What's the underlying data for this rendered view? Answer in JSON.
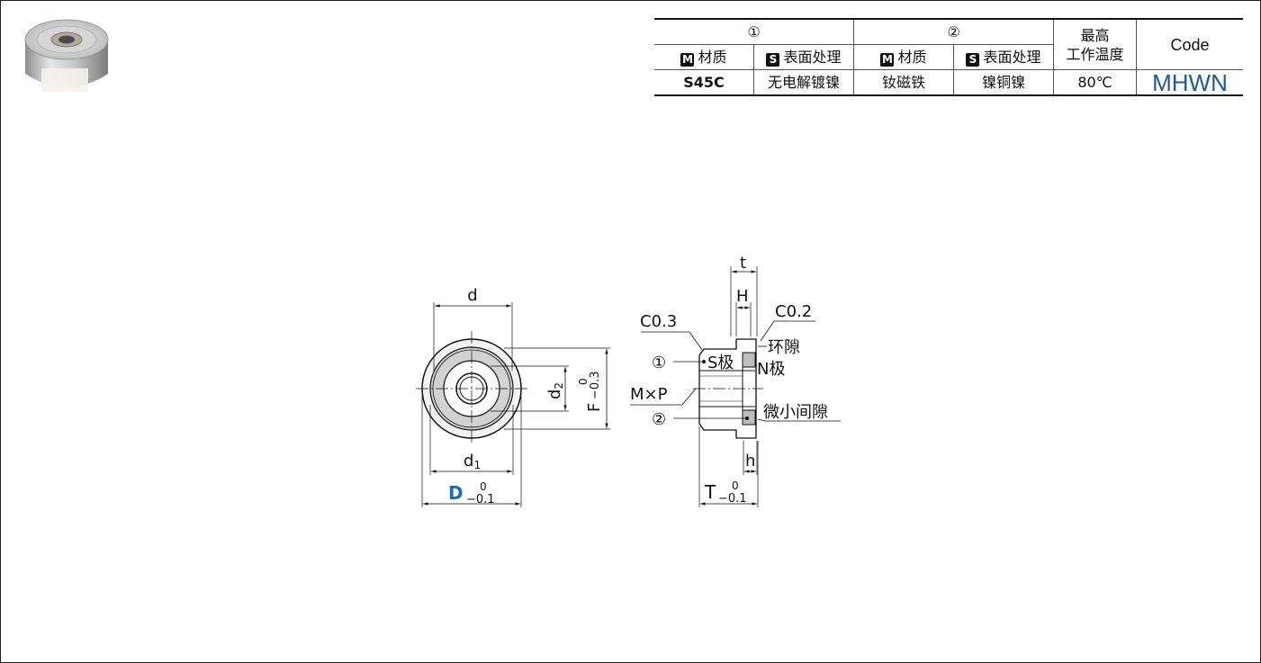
{
  "table": {
    "group1": "①",
    "group2": "②",
    "temp_header_line1": "最高",
    "temp_header_line2": "工作温度",
    "code_header": "Code",
    "material_icon": "M",
    "surface_icon": "S",
    "material_label": "材质",
    "surface_label": "表面处理",
    "material1": "S45C",
    "surface1": "无电解镀镍",
    "material2": "钕磁铁",
    "surface2": "镍铜镍",
    "temp_value": "80℃",
    "code_value": "MHWN"
  },
  "drawing": {
    "front": {
      "d": "d",
      "d1": "d1",
      "d1_sub": "1",
      "d2": "d2",
      "F": "F",
      "F_tol_upper": "0",
      "F_tol_lower": "−0.3",
      "D": "D",
      "D_tol_upper": "0",
      "D_tol_lower": "−0.1",
      "D_color": "#1a6fb3"
    },
    "side": {
      "t": "t",
      "H": "H",
      "C02": "C0.2",
      "C03": "C0.3",
      "ring_gap": "环隙",
      "s_pole": "S极",
      "n_pole": "N极",
      "circle1": "①",
      "mxp": "M×P",
      "circle2": "②",
      "micro_gap": "微小间隙",
      "h": "h",
      "T": "T",
      "T_tol_upper": "0",
      "T_tol_lower": "−0.1"
    }
  }
}
